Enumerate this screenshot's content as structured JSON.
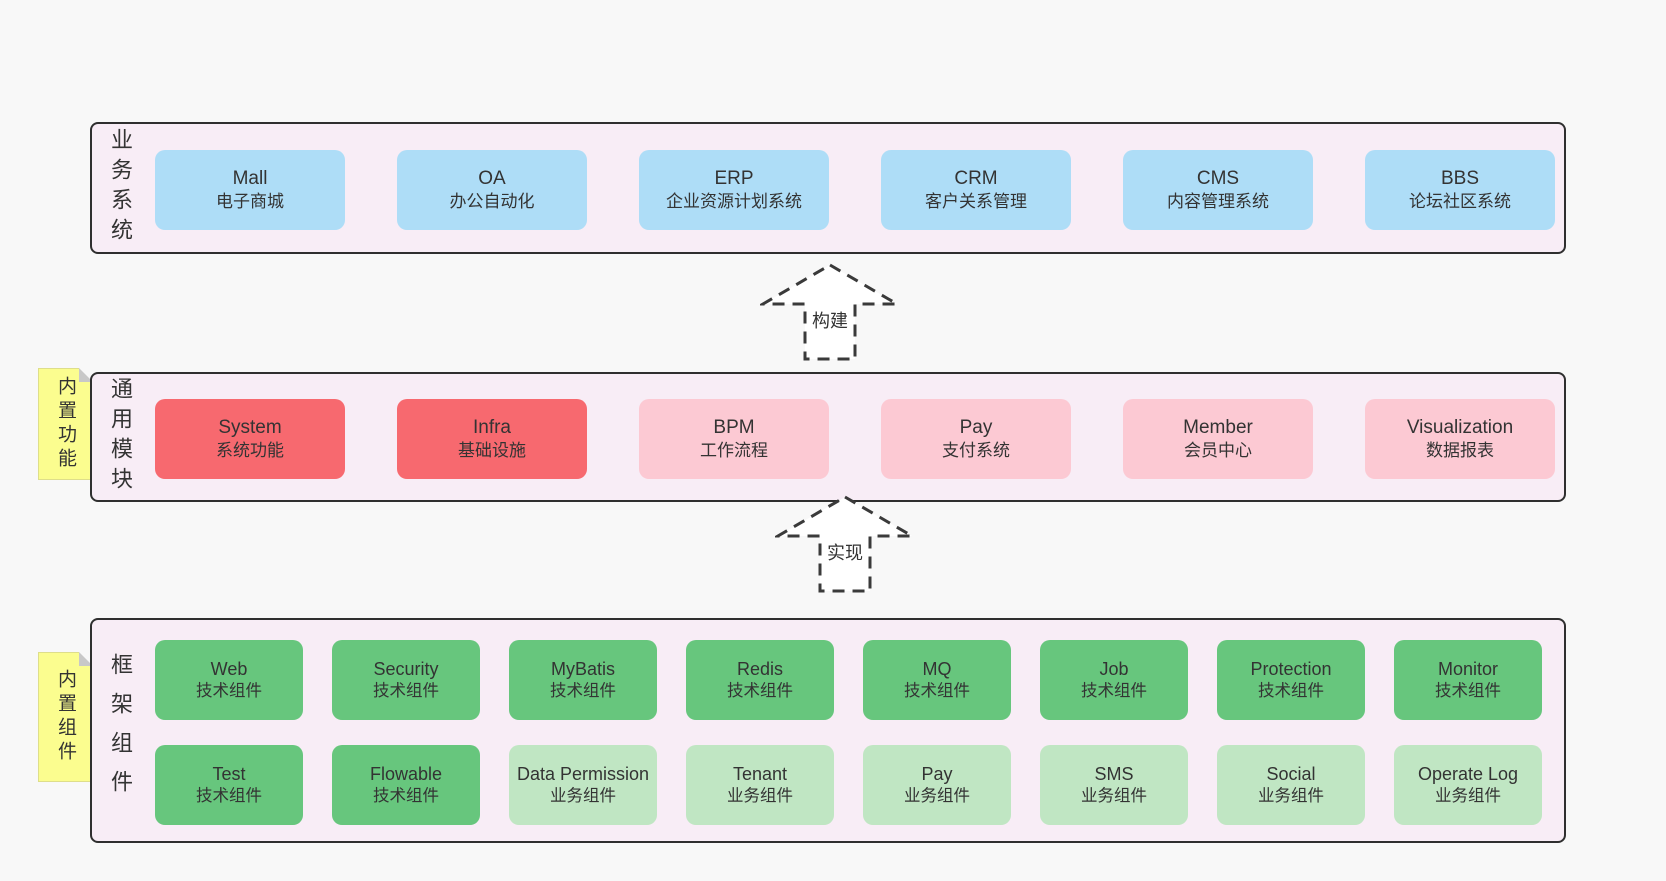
{
  "page": {
    "background": "#f8f8f8"
  },
  "colors": {
    "band_background": "#f8edf6",
    "band_border": "#2f2f2f",
    "blue_box": "#aeddf7",
    "red_box": "#f7696f",
    "pink_box": "#fcc9d3",
    "green_dark_box": "#67c67d",
    "green_light_box": "#c0e6c3",
    "note_yellow": "#fbfd8f",
    "note_fold": "#c8c8c8",
    "text": "#333333"
  },
  "arrows": {
    "build_label": "构建",
    "implement_label": "实现"
  },
  "bands": {
    "business": {
      "title": "业务系统",
      "boxes": [
        {
          "name": "Mall",
          "desc": "电子商城"
        },
        {
          "name": "OA",
          "desc": "办公自动化"
        },
        {
          "name": "ERP",
          "desc": "企业资源计划系统"
        },
        {
          "name": "CRM",
          "desc": "客户关系管理"
        },
        {
          "name": "CMS",
          "desc": "内容管理系统"
        },
        {
          "name": "BBS",
          "desc": "论坛社区系统"
        }
      ]
    },
    "modules": {
      "title": "通用模块",
      "note": "内置功能",
      "boxes": [
        {
          "name": "System",
          "desc": "系统功能"
        },
        {
          "name": "Infra",
          "desc": "基础设施"
        },
        {
          "name": "BPM",
          "desc": "工作流程"
        },
        {
          "name": "Pay",
          "desc": "支付系统"
        },
        {
          "name": "Member",
          "desc": "会员中心"
        },
        {
          "name": "Visualization",
          "desc": "数据报表"
        }
      ]
    },
    "framework": {
      "title": "框架组件",
      "note": "内置组件",
      "row1": [
        {
          "name": "Web",
          "desc": "技术组件"
        },
        {
          "name": "Security",
          "desc": "技术组件"
        },
        {
          "name": "MyBatis",
          "desc": "技术组件"
        },
        {
          "name": "Redis",
          "desc": "技术组件"
        },
        {
          "name": "MQ",
          "desc": "技术组件"
        },
        {
          "name": "Job",
          "desc": "技术组件"
        },
        {
          "name": "Protection",
          "desc": "技术组件"
        },
        {
          "name": "Monitor",
          "desc": "技术组件"
        }
      ],
      "row2": [
        {
          "name": "Test",
          "desc": "技术组件"
        },
        {
          "name": "Flowable",
          "desc": "技术组件"
        },
        {
          "name": "Data Permission",
          "desc": "业务组件"
        },
        {
          "name": "Tenant",
          "desc": "业务组件"
        },
        {
          "name": "Pay",
          "desc": "业务组件"
        },
        {
          "name": "SMS",
          "desc": "业务组件"
        },
        {
          "name": "Social",
          "desc": "业务组件"
        },
        {
          "name": "Operate Log",
          "desc": "业务组件"
        }
      ]
    }
  }
}
